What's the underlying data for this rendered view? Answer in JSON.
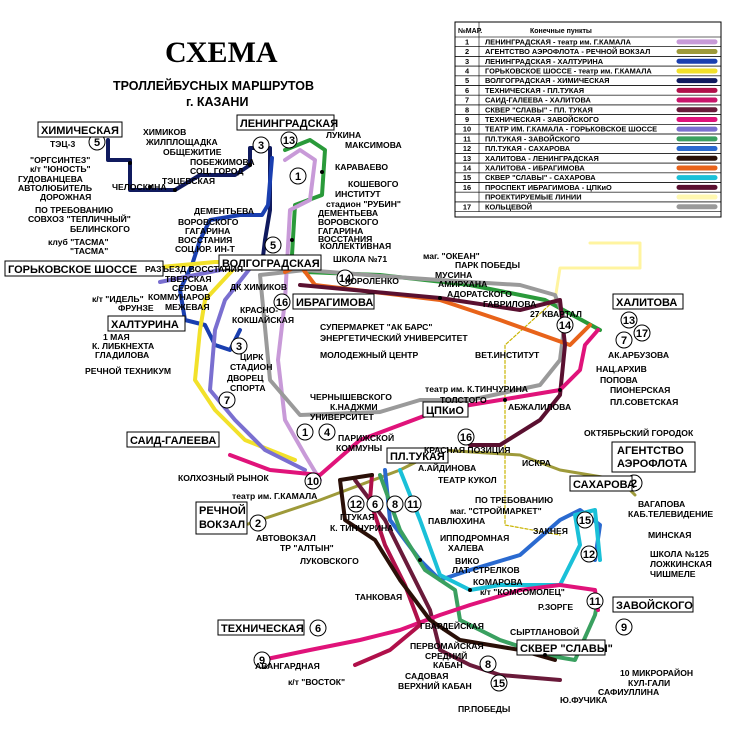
{
  "title": "СХЕМА",
  "subtitle": "ТРОЛЛЕЙБУСНЫХ МАРШРУТОВ",
  "city": "г. КАЗАНИ",
  "legend": {
    "header_num": "№МАР.",
    "header_name": "Конечные пункты",
    "rows": [
      {
        "num": "1",
        "text": "ЛЕНИНГРАДСКАЯ - театр им. Г.КАМАЛА",
        "color": "#c89ad8"
      },
      {
        "num": "2",
        "text": "АГЕНТСТВО АЭРОФЛОТА - РЕЧНОЙ ВОКЗАЛ",
        "color": "#9e9a3a"
      },
      {
        "num": "3",
        "text": "ЛЕНИНГРАДСКАЯ - ХАЛТУРИНА",
        "color": "#1a3fb0"
      },
      {
        "num": "4",
        "text": "ГОРЬКОВСКОЕ ШОССЕ - театр им. Г.КАМАЛА",
        "color": "#f2e12a"
      },
      {
        "num": "5",
        "text": "ВОЛГОГРАДСКАЯ - ХИМИЧЕСКАЯ",
        "color": "#101a5e"
      },
      {
        "num": "6",
        "text": "ТЕХНИЧЕСКАЯ - ПЛ.ТУКАЯ",
        "color": "#b0104a"
      },
      {
        "num": "7",
        "text": "САИД-ГАЛЕЕВА - ХАЛИТОВА",
        "color": "#c8146a"
      },
      {
        "num": "8",
        "text": "СКВЕР \"СЛАВЫ\" - ПЛ. ТУКАЯ",
        "color": "#6a1a3a"
      },
      {
        "num": "9",
        "text": "ТЕХНИЧЕСКАЯ - ЗАВОЙСКОГО",
        "color": "#e0137a"
      },
      {
        "num": "10",
        "text": "ТЕАТР ИМ. Г.КАМАЛА - ГОРЬКОВСКОЕ ШОССЕ",
        "color": "#7a6fd0"
      },
      {
        "num": "11",
        "text": "ПЛ.ТУКАЯ - ЗАВОЙСКОГО",
        "color": "#3aa060"
      },
      {
        "num": "12",
        "text": "ПЛ.ТУКАЯ - САХАРОВА",
        "color": "#2a6ad0"
      },
      {
        "num": "13",
        "text": "ХАЛИТОВА - ЛЕНИНГРАДСКАЯ",
        "color": "#2a1008"
      },
      {
        "num": "14",
        "text": "ХАЛИТОВА - ИБРАГИМОВА",
        "color": "#e8631a"
      },
      {
        "num": "15",
        "text": "СКВЕР \"СЛАВЫ\" - САХАРОВА",
        "color": "#1ac0d8"
      },
      {
        "num": "16",
        "text": "ПРОСПЕКТ ИБРАГИМОВА - ЦПКиО",
        "color": "#5a1030"
      },
      {
        "num": "",
        "text": "ПРОЕКТИРУЕМЫЕ ЛИНИИ",
        "color": "#fff8b0"
      },
      {
        "num": "17",
        "text": "КОЛЬЦЕВОЙ",
        "color": "#9a9a9a"
      }
    ]
  },
  "terminals": [
    "ХИМИЧЕСКАЯ",
    "ЛЕНИНГРАДСКАЯ",
    "ГОРЬКОВСКОЕ ШОССЕ",
    "ВОЛГОГРАДСКАЯ",
    "ИБРАГИМОВА",
    "ХАЛТУРИНА",
    "ХАЛИТОВА",
    "САИД-ГАЛЕЕВА",
    "ЦПКиО",
    "ПЛ.ТУКАЯ",
    "АГЕНТСТВО",
    "АЭРОФЛОТА",
    "САХАРОВА",
    "РЕЧНОЙ",
    "ВОКЗАЛ",
    "ЗАВОЙСКОГО",
    "ТЕХНИЧЕСКАЯ",
    "СКВЕР \"СЛАВЫ\"",
    "театр им. Г.КАМАЛА"
  ],
  "stops": [
    "ТЭЦ-3",
    "\"ОРГСИНТЕЗ\"",
    "к/т \"ЮНОСТЬ\"",
    "ГУДОВАНЦЕВА",
    "АВТОЛЮБИТЕЛЬ",
    "ДОРОЖНАЯ",
    "ПО ТРЕБОВАНИЮ",
    "СОВХОЗ \"ТЕПЛИЧНЫЙ\"",
    "БЕЛИНСКОГО",
    "клуб \"ТАСМА\"",
    "\"ТАСМА\"",
    "ХИМИКОВ",
    "ЖИЛПЛОЩАДКА",
    "ОБЩЕЖИТИЕ",
    "ПОБЕЖИМОВА",
    "СОЦ. ГОРОД",
    "ТЭЦЕВСКАЯ",
    "ЧЕЛОСКИНА",
    "ЛУКИНА",
    "МАКСИМОВА",
    "КАРАВАЕВО",
    "КОШЕВОГО",
    "ИНСТИТУТ",
    "стадион \"РУБИН\"",
    "ДЕМЕНТЬЕВА",
    "ВОРОВСКОГО",
    "ГАГАРИНА",
    "ВОССТАНИЯ",
    "КОЛЛЕКТИВНАЯ",
    "СОЦ.ЮР. ИН-Т",
    "РАЗЪЕЗД ВОССТАНИЯ",
    "ТВЕРСКАЯ",
    "СЕРОВА",
    "КОММУНАРОВ",
    "ФРУНЗЕ",
    "МЕЖЕВАЯ",
    "к/т \"ИДЕЛЬ\"",
    "1 МАЯ",
    "К. ЛИБКНЕХТА",
    "ГЛАДИЛОВА",
    "РЕЧНОЙ ТЕХНИКУМ",
    "ЦИРК",
    "СТАДИОН",
    "ДВОРЕЦ",
    "СПОРТА",
    "ДК ХИМИКОВ",
    "КРАСНО-",
    "КОКШАЙСКАЯ",
    "ШКОЛА №71",
    "КОРОЛЕНКО",
    "маг. \"ОКЕАН\"",
    "ПАРК ПОБЕДЫ",
    "МУСИНА",
    "АМИРХАНА",
    "АДОРАТСКОГО",
    "ГАВРИЛОВА",
    "27 КВАРТАЛ",
    "СУПЕРМАРКЕТ \"АК БАРС\"",
    "ЭНЕРГЕТИЧЕСКИЙ УНИВЕРСИТЕТ",
    "МОЛОДЕЖНЫЙ ЦЕНТР",
    "ВЕТ.ИНСТИТУТ",
    "АК.АРБУЗОВА",
    "НАЦ.АРХИВ",
    "ПОПОВА",
    "ПИОНЕРСКАЯ",
    "ПЛ.СОВЕТСКАЯ",
    "ОКТЯБРЬСКИЙ ГОРОДОК",
    "ЧЕРНЫШЕВСКОГО",
    "К.НАДЖМИ",
    "УНИВЕРСИТЕТ",
    "театр им. К.ТИНЧУРИНА",
    "ТОЛСТОГО",
    "АБЖАЛИЛОВА",
    "ПАРИЖСКОЙ",
    "КОММУНЫ",
    "КРАСНАЯ ПОЗИЦИЯ",
    "А.АЙДИНОВА",
    "ИСКРА",
    "ТЕАТР КУКОЛ",
    "КОЛХОЗНЫЙ РЫНОК",
    "ПО ТРЕБОВАНИЮ",
    "маг. \"СТРОЙМАРКЕТ\"",
    "ПАВЛЮХИНА",
    "ЗАКНЕЯ",
    "ВАГАПОВА",
    "КАБ.ТЕЛЕВИДЕНИЕ",
    "МИНСКАЯ",
    "ШКОЛА №125",
    "ЛОЖКИНСКАЯ",
    "ЧИШМЕЛЕ",
    "ИППОДРОМНАЯ",
    "ХАЛЕВА",
    "ВИКО",
    "ЛАТ. СТРЕЛКОВ",
    "КОМАРОВА",
    "к/т \"КОМСОМОЛЕЦ\"",
    "Р.ЗОРГЕ",
    "АВТОВОКЗАЛ",
    "Г.ТУКАЯ",
    "К. ТИНЧУРИНА",
    "ТР \"АЛТЫН\"",
    "ЛУКОВСКОГО",
    "ТАНКОВАЯ",
    "СЫРТЛАНОВОЙ",
    "ГВАРДЕЙСКАЯ",
    "ПЕРВОМАЙСКАЯ",
    "СРЕДНИЙ",
    "КАБАН",
    "ВЕРХНИЙ КАБАН",
    "САДОВАЯ",
    "АВАНГАРДНАЯ",
    "к/т \"ВОСТОК\"",
    "10 МИКРОРАЙОН",
    "КУЛ-ГАЛИ",
    "САФИУЛЛИНА",
    "Ю.ФУЧИКА",
    "ПР.ПОБЕДЫ"
  ],
  "route_markers": [
    "1",
    "2",
    "3",
    "4",
    "5",
    "6",
    "7",
    "8",
    "9",
    "10",
    "11",
    "12",
    "13",
    "14",
    "15",
    "16",
    "17"
  ]
}
